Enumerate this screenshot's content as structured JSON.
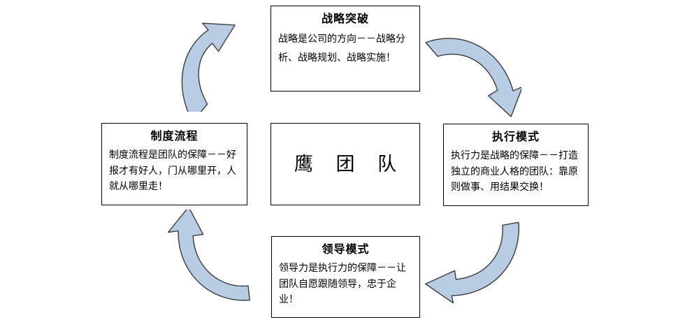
{
  "diagram": {
    "type": "cycle",
    "direction": "clockwise",
    "accent_color": "#b8cce4",
    "outline_color": "#404040",
    "box_border_color": "#000000",
    "background_color": "#ffffff",
    "center": {
      "title": "鹰 团 队"
    },
    "nodes": [
      {
        "id": "strategy",
        "position": "top",
        "title": "战略突破",
        "body": "战略是公司的方向－－战略分析、战略规划、战略实施！"
      },
      {
        "id": "execution",
        "position": "right",
        "title": "执行模式",
        "body": "执行力是战略的保障－－打造独立的商业人格的团队：靠原则做事、用结果交换！"
      },
      {
        "id": "leadership",
        "position": "bottom",
        "title": "领导模式",
        "body": "领导力是执行力的保障－－让团队自愿跟随领导，忠于企业！"
      },
      {
        "id": "process",
        "position": "left",
        "title": "制度流程",
        "body": "制度流程是团队的保障－－好报才有好人，门从哪里开，人就从哪里走！"
      }
    ],
    "arrows": [
      {
        "id": "arrow-top-left",
        "from": "process",
        "to": "strategy",
        "icon": "curved-arrow-icon"
      },
      {
        "id": "arrow-top-right",
        "from": "strategy",
        "to": "execution",
        "icon": "curved-arrow-icon"
      },
      {
        "id": "arrow-bottom-right",
        "from": "execution",
        "to": "leadership",
        "icon": "curved-arrow-icon"
      },
      {
        "id": "arrow-bottom-left",
        "from": "leadership",
        "to": "process",
        "icon": "curved-arrow-icon"
      }
    ]
  }
}
